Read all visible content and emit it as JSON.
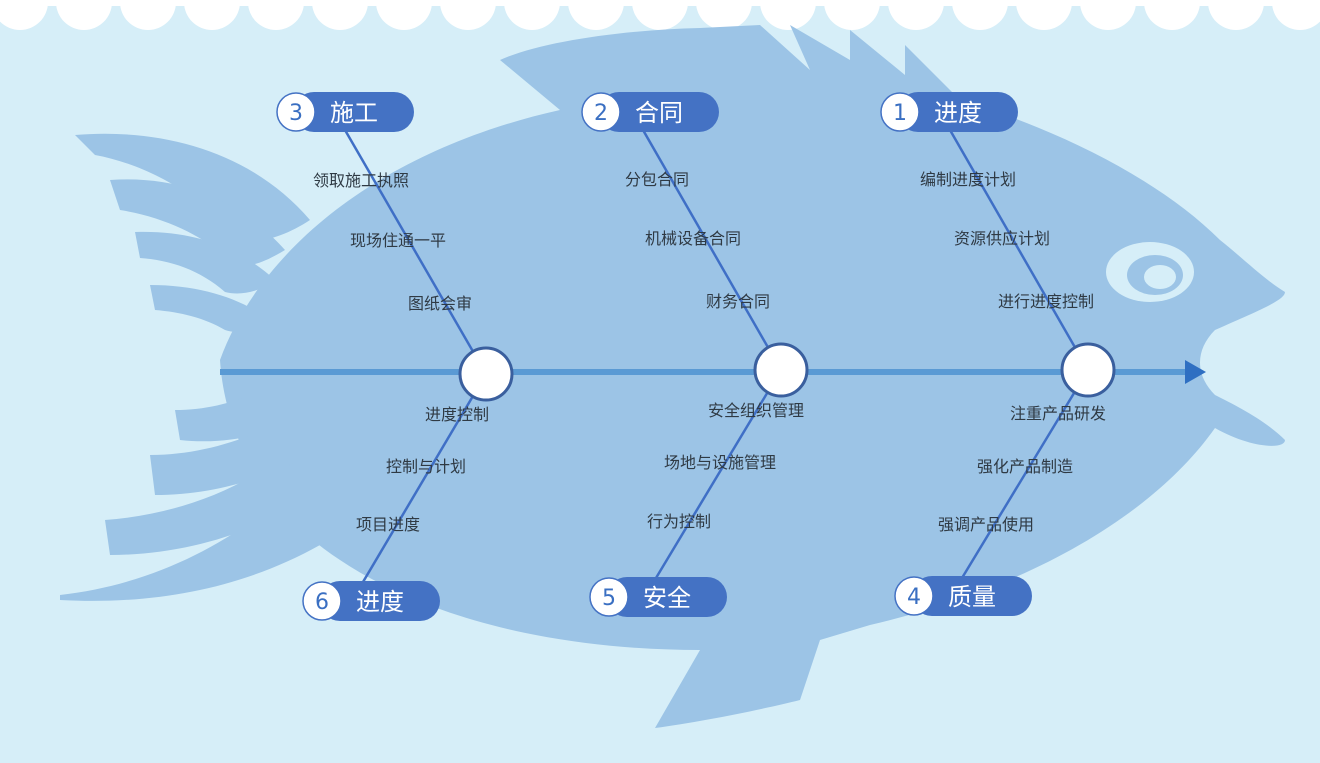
{
  "colors": {
    "background": "#d6eef8",
    "fish_body": "#9cc4e6",
    "spine": "#5a9ad4",
    "bone": "#3f6fc6",
    "pill": "#4472c4",
    "white": "#ffffff"
  },
  "categories": [
    {
      "number": "1",
      "title": "进度",
      "causes": [
        "编制进度计划",
        "资源供应计划",
        "进行进度控制"
      ]
    },
    {
      "number": "2",
      "title": "合同",
      "causes": [
        "分包合同",
        "机械设备合同",
        "财务合同"
      ]
    },
    {
      "number": "3",
      "title": "施工",
      "causes": [
        "领取施工执照",
        "现场住通一平",
        "图纸会审"
      ]
    },
    {
      "number": "4",
      "title": "质量",
      "causes": [
        "注重产品研发",
        "强化产品制造",
        "强调产品使用"
      ]
    },
    {
      "number": "5",
      "title": "安全",
      "causes": [
        "安全组织管理",
        "场地与设施管理",
        "行为控制"
      ]
    },
    {
      "number": "6",
      "title": "进度",
      "causes": [
        "进度控制",
        "控制与计划",
        "项目进度"
      ]
    }
  ]
}
